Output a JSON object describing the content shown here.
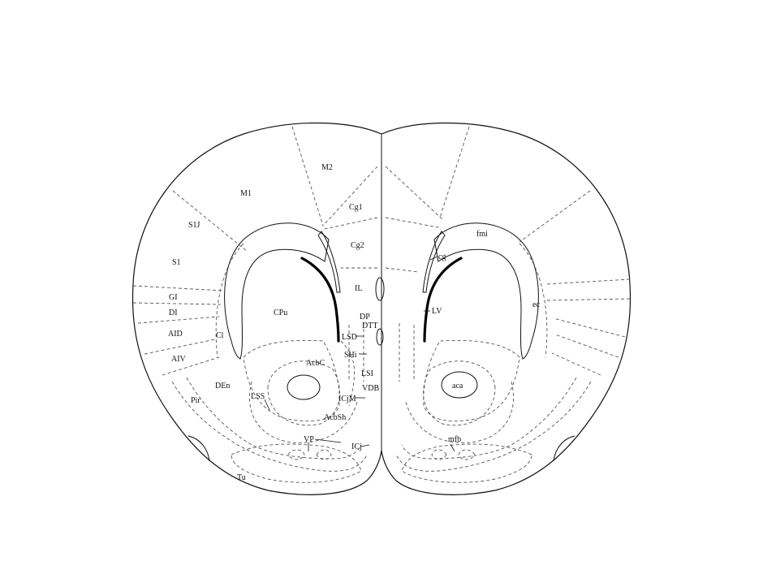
{
  "figure": {
    "left_hemisphere_labels": [
      "M2",
      "M1",
      "S1J",
      "Cg1",
      "Cg2",
      "S1",
      "IL",
      "GI",
      "DI",
      "CPu",
      "DP",
      "DTT",
      "AID",
      "Cl",
      "LSD",
      "SHi",
      "AIV",
      "AcbC",
      "LSI",
      "DEn",
      "VDB",
      "ICjM",
      "Pir",
      "LSS",
      "AcbSh",
      "VP",
      "ICj",
      "Tu"
    ],
    "right_hemisphere_labels": [
      "fmi",
      "cg",
      "ec",
      "LV",
      "aca",
      "mfb"
    ]
  },
  "labels": {
    "M2": "M2",
    "M1": "M1",
    "S1J": "S1J",
    "Cg1": "Cg1",
    "Cg2": "Cg2",
    "S1": "S1",
    "IL": "IL",
    "GI": "GI",
    "DI": "DI",
    "CPu": "CPu",
    "DP": "DP",
    "DTT": "DTT",
    "AID": "AID",
    "Cl": "Cl",
    "LSD": "LSD",
    "SHi": "SHi",
    "AIV": "AIV",
    "AcbC": "AcbC",
    "LSI": "LSI",
    "DEn": "DEn",
    "VDB": "VDB",
    "ICjM": "ICjM",
    "Pir": "Pir",
    "LSS": "LSS",
    "AcbSh": "AcbSh",
    "VP": "VP",
    "ICj": "ICj",
    "Tu": "Tu",
    "fmi": "fmi",
    "cg": "cg",
    "ec": "ec",
    "LV": "LV",
    "aca": "aca",
    "mfb": "mfb"
  }
}
